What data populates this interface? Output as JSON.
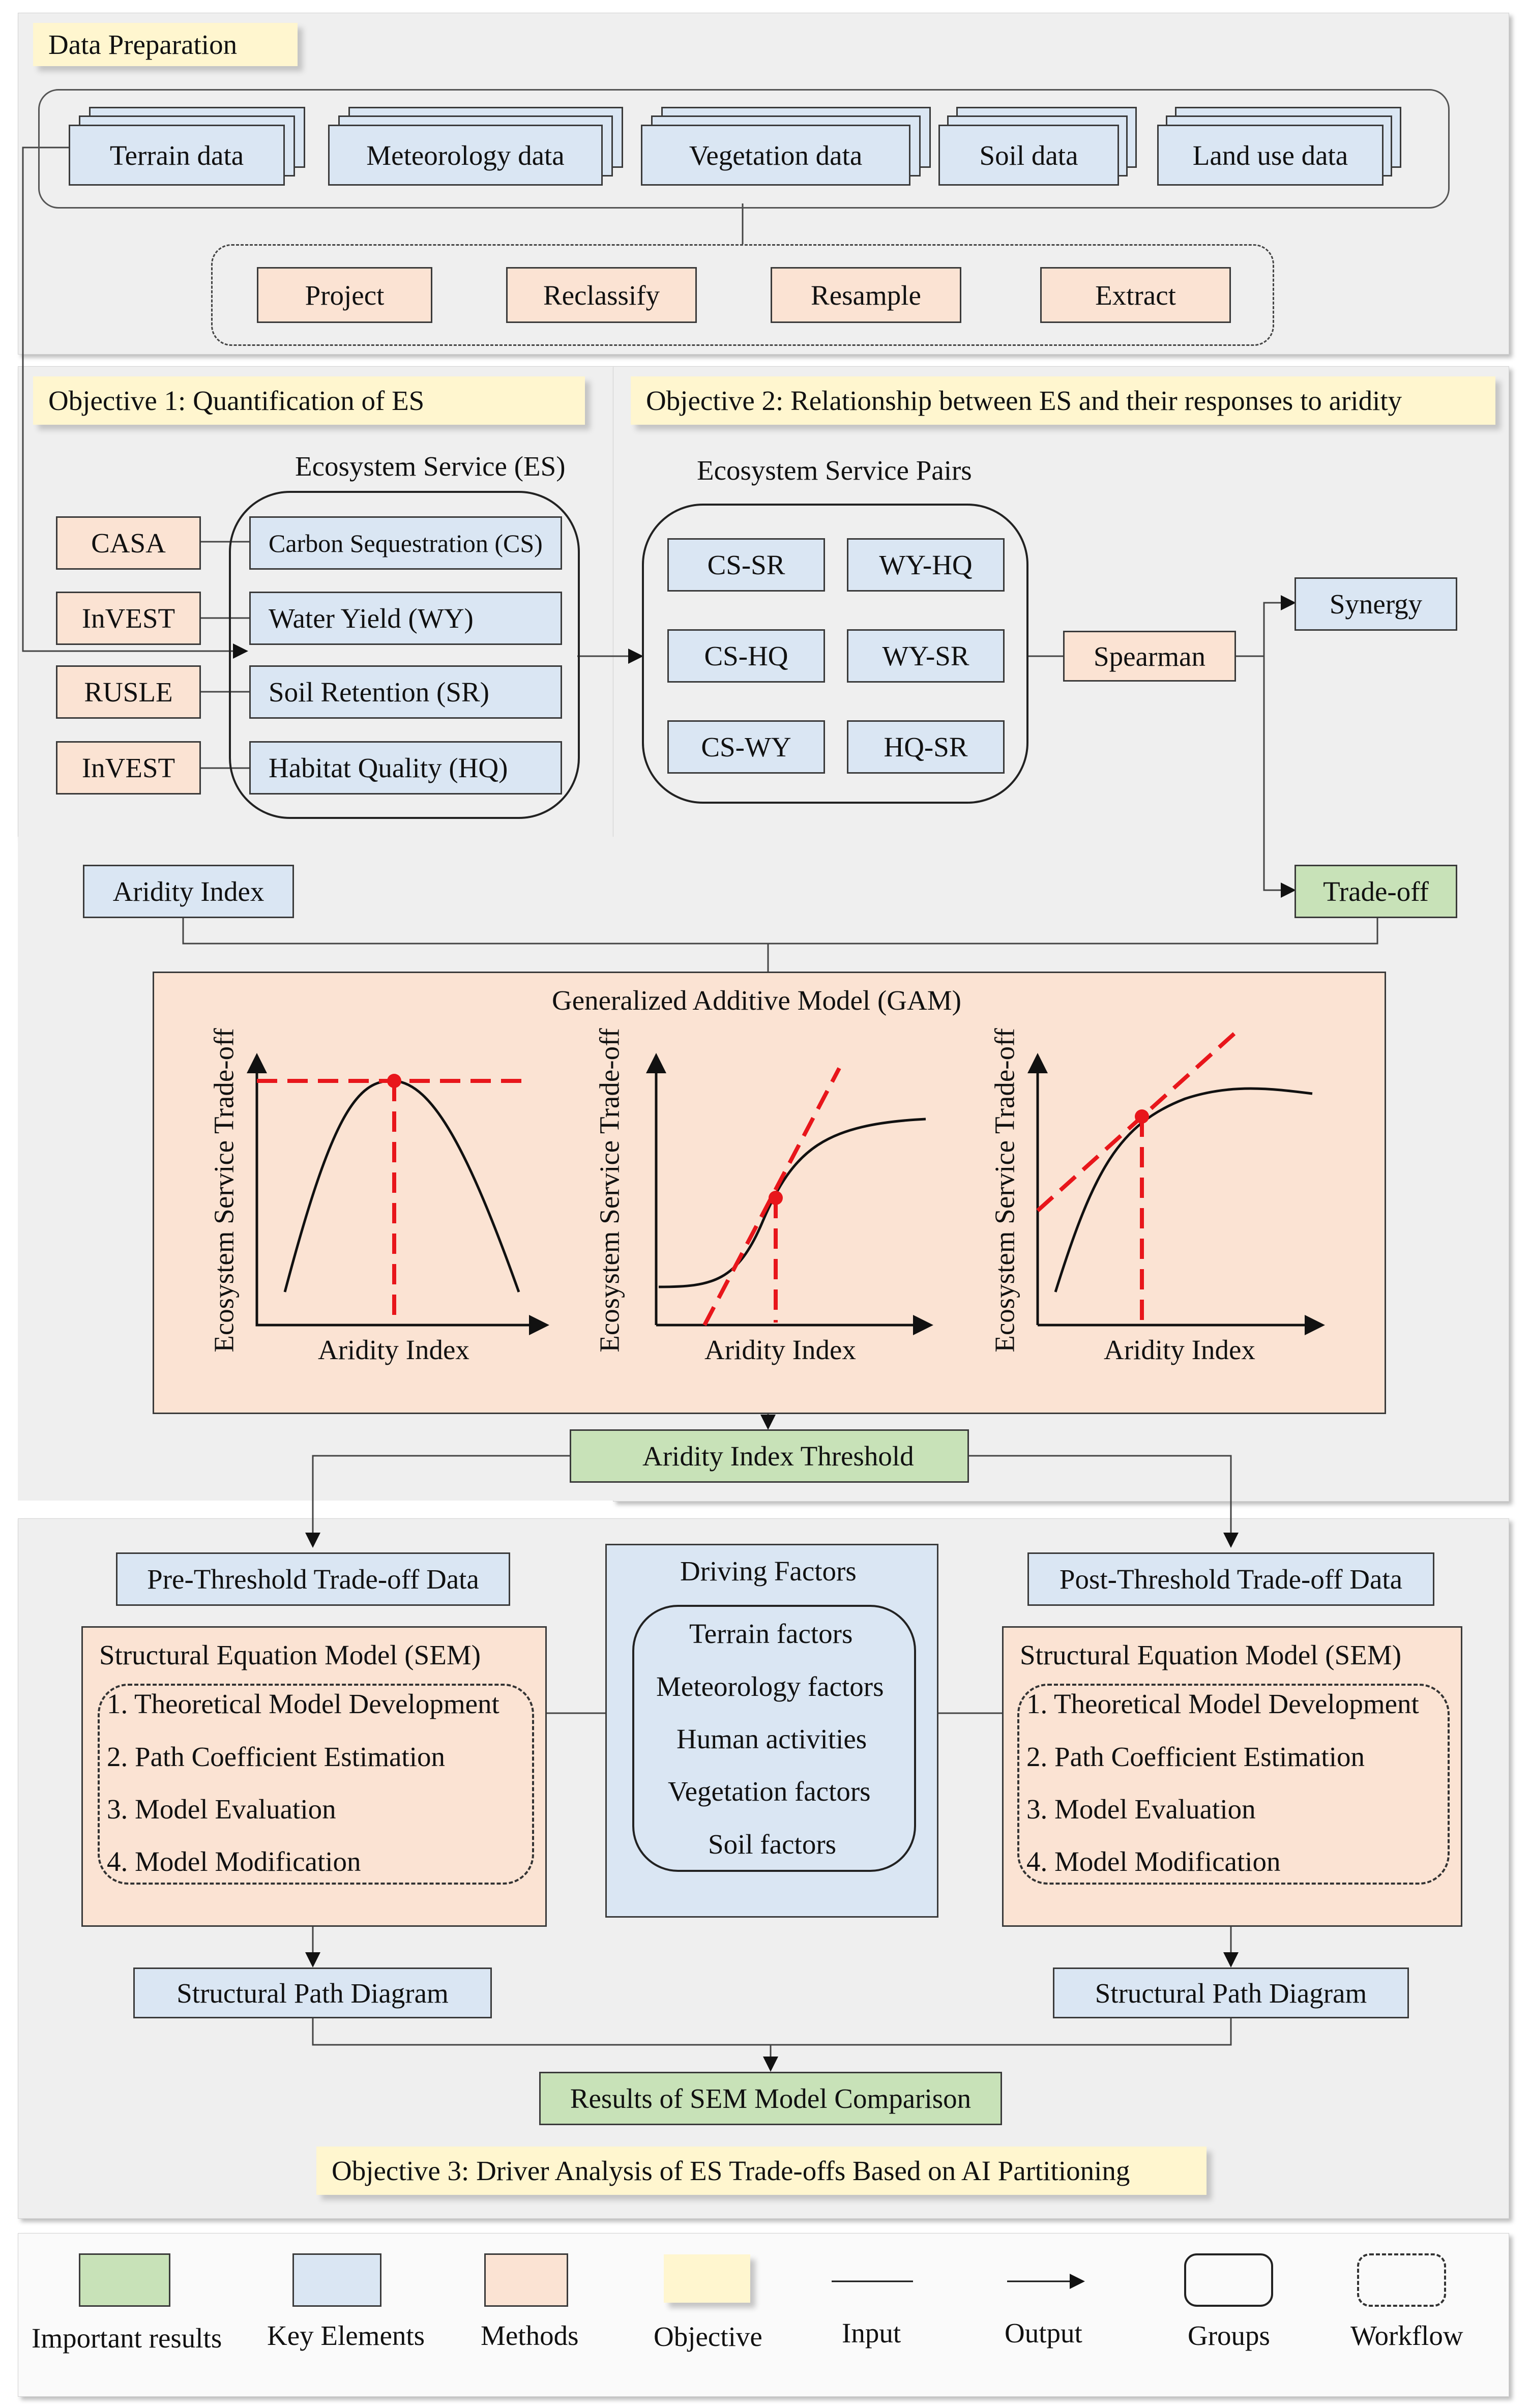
{
  "data_preparation": {
    "title": "Data Preparation",
    "datasets": [
      "Terrain data",
      "Meteorology data",
      "Vegetation data",
      "Soil data",
      "Land use data"
    ],
    "processing": [
      "Project",
      "Reclassify",
      "Resample",
      "Extract"
    ]
  },
  "objective1": {
    "title": "Objective  1: Quantification of ES",
    "group_label": "Ecosystem Service (ES)",
    "models": [
      "CASA",
      "InVEST",
      "RUSLE",
      "InVEST"
    ],
    "services": [
      "Carbon Sequestration (CS)",
      "Water Yield  (WY)",
      "Soil Retention  (SR)",
      "Habitat Quality  (HQ)"
    ]
  },
  "objective2": {
    "title": "Objective  2: Relationship  between  ES and their responses to aridity",
    "pairs_label": "Ecosystem Service Pairs",
    "pairs": [
      "CS-SR",
      "WY-HQ",
      "CS-HQ",
      "WY-SR",
      "CS-WY",
      "HQ-SR"
    ],
    "method": "Spearman",
    "synergy": "Synergy",
    "tradeoff": "Trade-off",
    "aridity_index": "Aridity Index",
    "gam": {
      "title": "Generalized Additive Model (GAM)",
      "ylabel": "Ecosystem Service Trade-off",
      "xlabel": "Aridity Index"
    },
    "threshold": "Aridity Index Threshold"
  },
  "objective3": {
    "title": "Objective 3: Driver Analysis of ES Trade-offs Based on AI Partitioning",
    "pre_data": "Pre-Threshold Trade-off Data",
    "post_data": "Post-Threshold Trade-off Data",
    "sem_title": "Structural Equation Model (SEM)",
    "sem_steps": [
      "1. Theoretical Model Development",
      "2. Path Coefficient Estimation",
      "3. Model Evaluation",
      "4. Model Modification"
    ],
    "driving_title": "Driving Factors",
    "driving_factors": [
      "Terrain factors",
      "Meteorology factors",
      "Human activities",
      "Vegetation factors",
      "Soil factors"
    ],
    "path_diagram": "Structural Path Diagram",
    "results": "Results of SEM Model Comparison"
  },
  "legend": {
    "items": [
      "Important results",
      "Key Elements",
      "Methods",
      "Objective",
      "Input",
      "Output",
      "Groups",
      "Workflow"
    ]
  },
  "colors": {
    "blue": "#dae6f3",
    "peach": "#fbe3d3",
    "green": "#c8e2b8",
    "objective": "#fff6cf",
    "red_marker": "#e8161b"
  }
}
